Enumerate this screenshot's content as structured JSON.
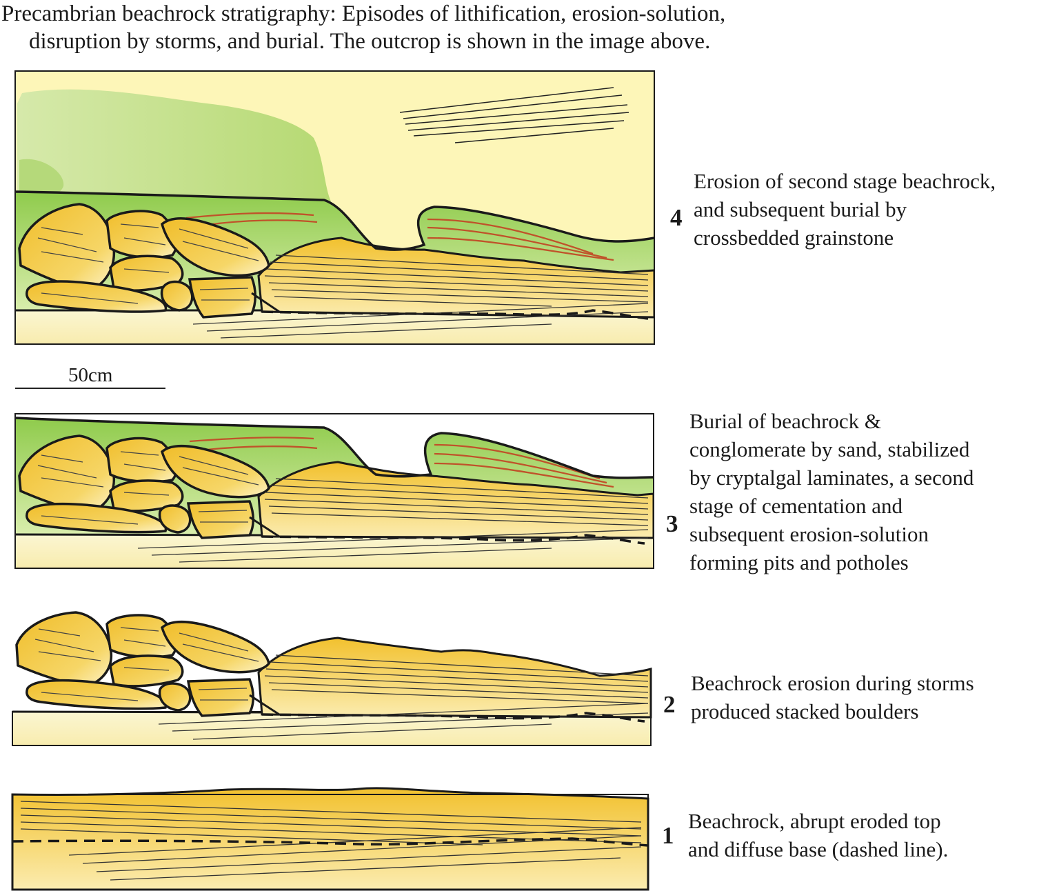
{
  "title": {
    "line1": "Precambrian beachrock stratigraphy: Episodes of lithification, erosion-solution,",
    "line2": "disruption by storms, and burial. The outcrop is shown in the image above."
  },
  "scale_bar": {
    "label": "50cm"
  },
  "stages": [
    {
      "number": "4",
      "lines": [
        "Erosion of second stage beachrock,",
        "and subsequent burial by",
        "crossbedded grainstone"
      ]
    },
    {
      "number": "3",
      "lines": [
        "Burial of beachrock &",
        "conglomerate by sand, stabilized",
        "by cryptalgal laminates, a second",
        "stage of cementation and",
        "subsequent erosion-solution",
        "forming pits and potholes"
      ]
    },
    {
      "number": "2",
      "lines": [
        "Beachrock erosion during storms",
        "produced stacked boulders"
      ]
    },
    {
      "number": "1",
      "lines": [
        "Beachrock, abrupt eroded top",
        "and diffuse base (dashed line)."
      ]
    }
  ],
  "colors": {
    "sand": "#fbf3c0",
    "beachrock": "#f3c63a",
    "algal": "#9fd25a",
    "lamina": "#c0522a",
    "outline": "#1a1a1a"
  }
}
